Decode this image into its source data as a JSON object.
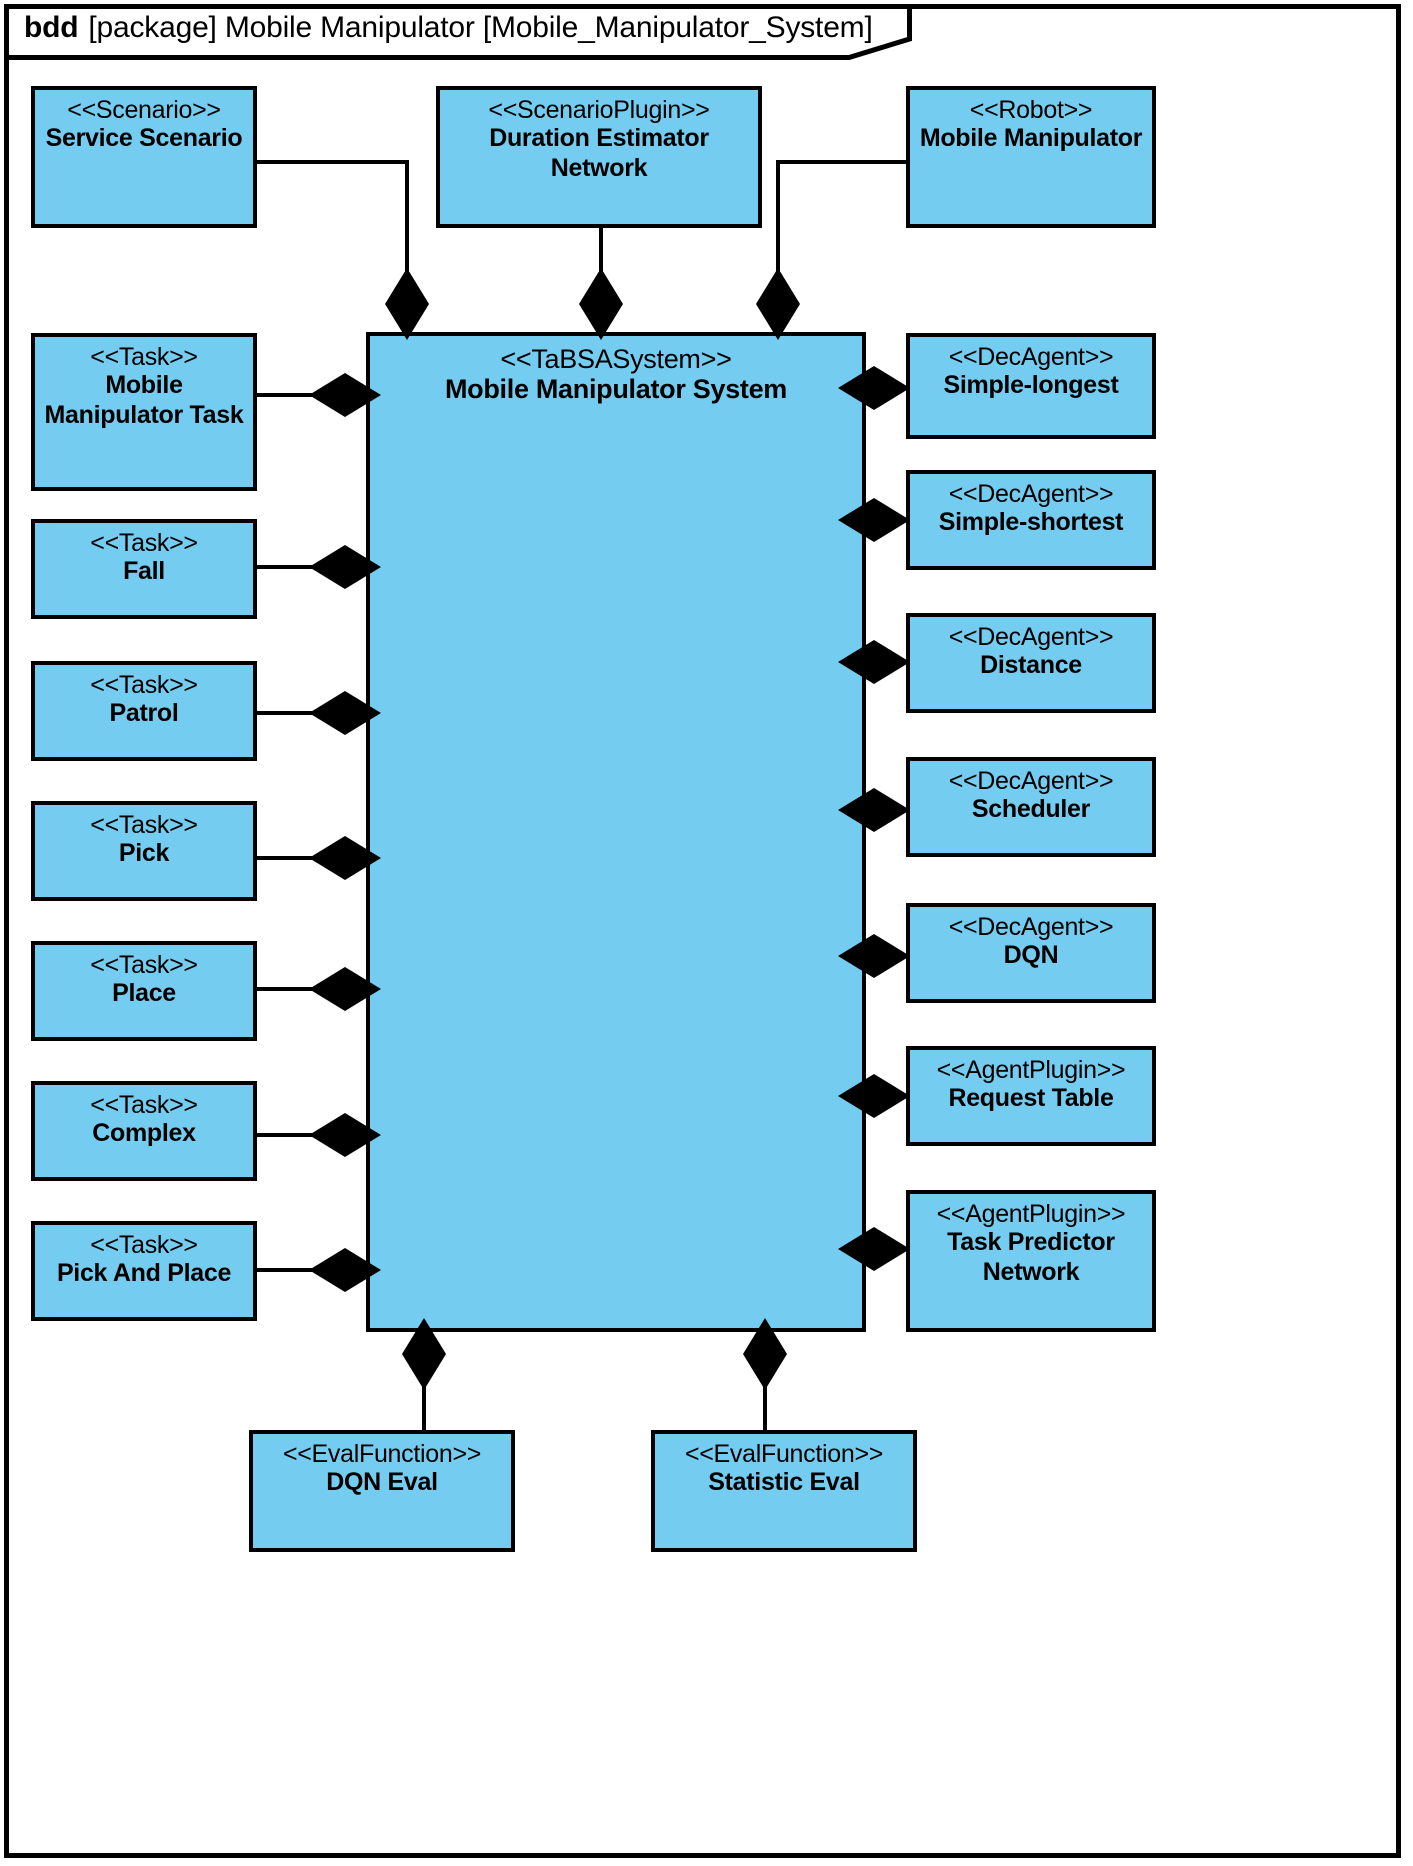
{
  "frame": {
    "kind": "bdd",
    "title": "[package] Mobile Manipulator [Mobile_Manipulator_System]"
  },
  "colors": {
    "block_fill": "#74CDF0",
    "block_border": "#000000",
    "background": "#ffffff",
    "connector": "#000000"
  },
  "central": {
    "stereotype": "<<TaBSASystem>>",
    "name": "Mobile Manipulator System"
  },
  "top_blocks": [
    {
      "stereotype": "<<Scenario>>",
      "name": "Service Scenario"
    },
    {
      "stereotype": "<<ScenarioPlugin>>",
      "name": "Duration Estimator Network"
    },
    {
      "stereotype": "<<Robot>>",
      "name": "Mobile Manipulator"
    }
  ],
  "left_blocks": [
    {
      "stereotype": "<<Task>>",
      "name": "Mobile Manipulator Task"
    },
    {
      "stereotype": "<<Task>>",
      "name": "Fall"
    },
    {
      "stereotype": "<<Task>>",
      "name": "Patrol"
    },
    {
      "stereotype": "<<Task>>",
      "name": "Pick"
    },
    {
      "stereotype": "<<Task>>",
      "name": "Place"
    },
    {
      "stereotype": "<<Task>>",
      "name": "Complex"
    },
    {
      "stereotype": "<<Task>>",
      "name": "Pick And Place"
    }
  ],
  "right_blocks": [
    {
      "stereotype": "<<DecAgent>>",
      "name": "Simple-longest"
    },
    {
      "stereotype": "<<DecAgent>>",
      "name": "Simple-shortest"
    },
    {
      "stereotype": "<<DecAgent>>",
      "name": "Distance"
    },
    {
      "stereotype": "<<DecAgent>>",
      "name": "Scheduler"
    },
    {
      "stereotype": "<<DecAgent>>",
      "name": "DQN"
    },
    {
      "stereotype": "<<AgentPlugin>>",
      "name": "Request Table"
    },
    {
      "stereotype": "<<AgentPlugin>>",
      "name": "Task Predictor Network"
    }
  ],
  "bottom_blocks": [
    {
      "stereotype": "<<EvalFunction>>",
      "name": "DQN Eval"
    },
    {
      "stereotype": "<<EvalFunction>>",
      "name": "Statistic Eval"
    }
  ]
}
